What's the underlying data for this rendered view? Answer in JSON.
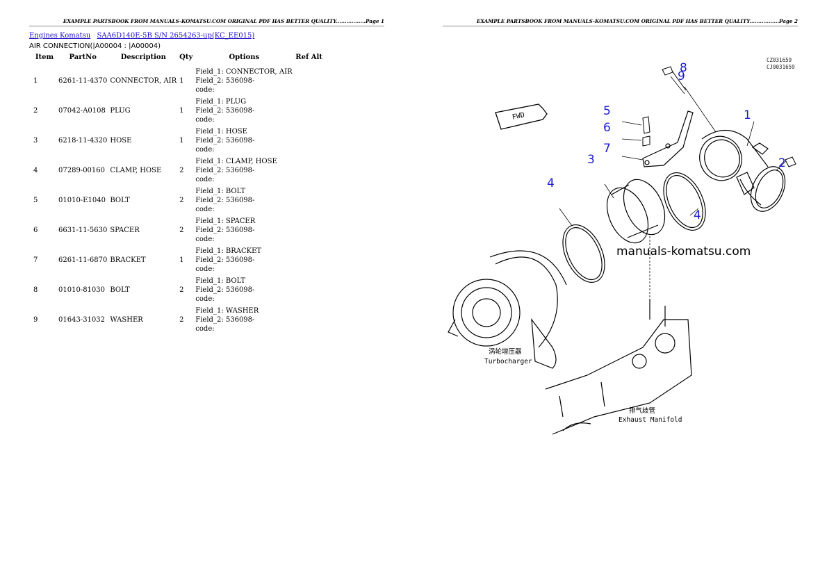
{
  "header_text": "EXAMPLE PARTSBOOK FROM MANUALS-KOMATSU.COM ORIGINAL PDF HAS BETTER QUALITY.................",
  "pages": [
    {
      "label": "Page 1"
    },
    {
      "label": "Page 2"
    }
  ],
  "breadcrumbs": [
    {
      "label": "Engines Komatsu"
    },
    {
      "label": "SAA6D140E-5B S/N 2654263-up(KC_EE015)"
    }
  ],
  "subtitle": "AIR CONNECTION(|A00004 : |A00004)",
  "table": {
    "columns": [
      "Item",
      "PartNo",
      "Description",
      "Qty",
      "Options",
      "Ref Alt"
    ],
    "rows": [
      {
        "item": "1",
        "part": "6261-11-4370",
        "desc": "CONNECTOR, AIR",
        "qty": "1",
        "field1": "Field_1: CONNECTOR, AIR",
        "field2": "Field_2: 536098-",
        "code": "code:"
      },
      {
        "item": "2",
        "part": "07042-A0108",
        "desc": "PLUG",
        "qty": "1",
        "field1": "Field_1: PLUG",
        "field2": "Field_2: 536098-",
        "code": "code:"
      },
      {
        "item": "3",
        "part": "6218-11-4320",
        "desc": "HOSE",
        "qty": "1",
        "field1": "Field_1: HOSE",
        "field2": "Field_2: 536098-",
        "code": "code:"
      },
      {
        "item": "4",
        "part": "07289-00160",
        "desc": "CLAMP, HOSE",
        "qty": "2",
        "field1": "Field_1: CLAMP, HOSE",
        "field2": "Field_2: 536098-",
        "code": "code:"
      },
      {
        "item": "5",
        "part": "01010-E1040",
        "desc": "BOLT",
        "qty": "2",
        "field1": "Field_1: BOLT",
        "field2": "Field_2: 536098-",
        "code": "code:"
      },
      {
        "item": "6",
        "part": "6631-11-5630",
        "desc": "SPACER",
        "qty": "2",
        "field1": "Field_1: SPACER",
        "field2": "Field_2: 536098-",
        "code": "code:"
      },
      {
        "item": "7",
        "part": "6261-11-6870",
        "desc": "BRACKET",
        "qty": "1",
        "field1": "Field_1: BRACKET",
        "field2": "Field_2: 536098-",
        "code": "code:"
      },
      {
        "item": "8",
        "part": "01010-81030",
        "desc": "BOLT",
        "qty": "2",
        "field1": "Field_1: BOLT",
        "field2": "Field_2: 536098-",
        "code": "code:"
      },
      {
        "item": "9",
        "part": "01643-31032",
        "desc": "WASHER",
        "qty": "2",
        "field1": "Field_1: WASHER",
        "field2": "Field_2: 536098-",
        "code": "code:"
      }
    ]
  },
  "diagram": {
    "fig_code_1": "CZ031659",
    "fig_code_2": "CJ0031659",
    "fwd_label": "FWD",
    "watermark": "manuals-komatsu.com",
    "turbo_cn": "涡轮增压器",
    "turbo_en": "Turbocharger",
    "manifold_cn": "排气歧管",
    "manifold_en": "Exhaust Manifold",
    "callouts": [
      "8",
      "9",
      "1",
      "5",
      "6",
      "7",
      "3",
      "2",
      "4",
      "4"
    ],
    "callout_color": "#1a1ad0"
  }
}
